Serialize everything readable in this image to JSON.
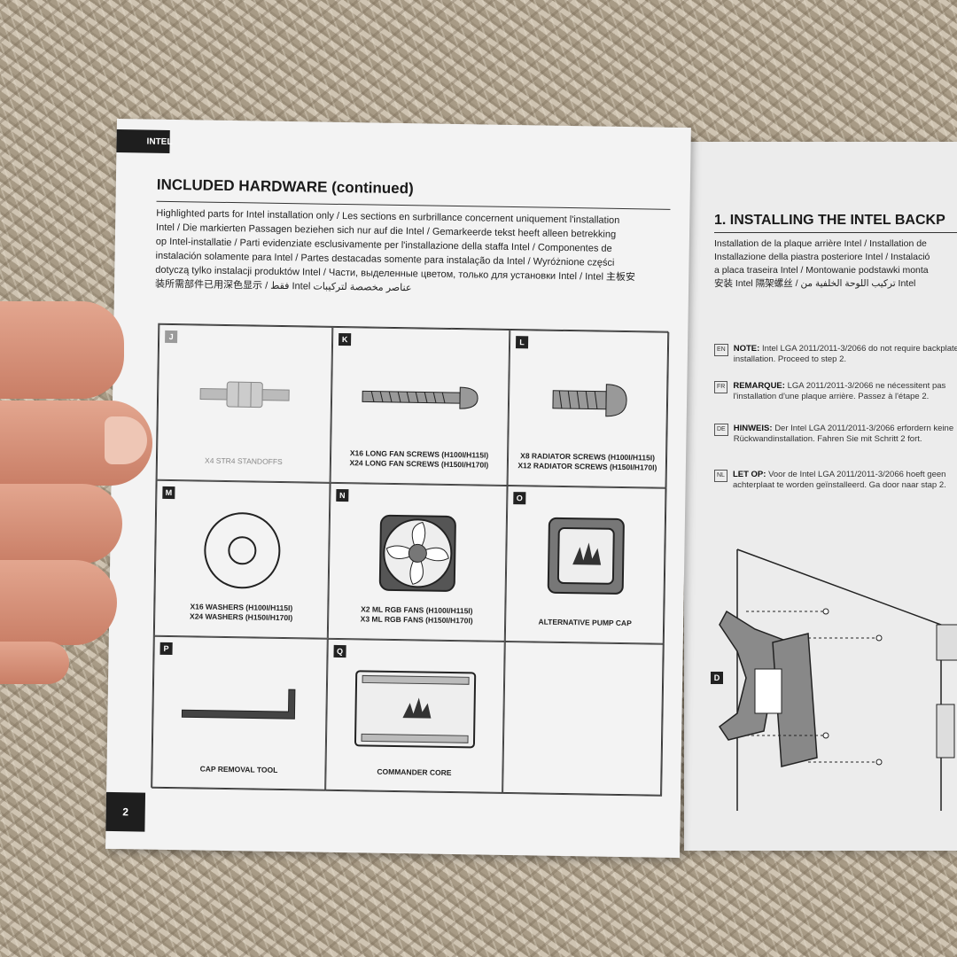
{
  "left_page": {
    "tab": "INTEL",
    "page_number": "2",
    "title": "INCLUDED HARDWARE (continued)",
    "intro_lines": [
      "Highlighted parts for Intel installation only / Les sections en surbrillance concernent uniquement l'installation",
      "Intel / Die markierten Passagen beziehen sich nur auf die Intel / Gemarkeerde tekst heeft alleen betrekking",
      "op Intel-installatie / Parti evidenziate esclusivamente per l'installazione della staffa Intel / Componentes de",
      "instalación solamente para Intel / Partes destacadas somente para instalação da Intel / Wyróżnione części",
      "dotyczą tylko instalacji produktów Intel / Части, выделенные цветом, только для установки Intel / Intel 主板安",
      "装所需部件已用深色显示 / فقط Intel عناصر مخصصة لتركيبات"
    ],
    "parts": [
      {
        "letter": "J",
        "caption": [
          "X4 STR4 STANDOFFS"
        ],
        "greyed": true,
        "icon": "standoff-icon"
      },
      {
        "letter": "K",
        "caption": [
          "X16 LONG FAN SCREWS (H100i/H115i)",
          "X24 LONG FAN SCREWS (H150i/H170i)"
        ],
        "greyed": false,
        "icon": "long-screw-icon"
      },
      {
        "letter": "L",
        "caption": [
          "X8 RADIATOR SCREWS (H100i/H115i)",
          "X12 RADIATOR SCREWS (H150i/H170i)"
        ],
        "greyed": false,
        "icon": "radiator-screw-icon"
      },
      {
        "letter": "M",
        "caption": [
          "X16 WASHERS (H100i/H115i)",
          "X24 WASHERS (H150i/H170i)"
        ],
        "greyed": false,
        "icon": "washer-icon"
      },
      {
        "letter": "N",
        "caption": [
          "X2 ML RGB FANS (H100i/H115i)",
          "X3 ML RGB FANS (H150i/H170i)"
        ],
        "greyed": false,
        "icon": "fan-icon"
      },
      {
        "letter": "O",
        "caption": [
          "ALTERNATIVE PUMP CAP"
        ],
        "greyed": false,
        "icon": "pump-cap-icon"
      },
      {
        "letter": "P",
        "caption": [
          "CAP REMOVAL TOOL"
        ],
        "greyed": false,
        "icon": "hex-key-icon"
      },
      {
        "letter": "Q",
        "caption": [
          "COMMANDER CORE"
        ],
        "greyed": false,
        "icon": "commander-core-icon"
      }
    ]
  },
  "right_page": {
    "title": "1. INSTALLING THE INTEL BACKP",
    "intro_lines": [
      "Installation de la plaque arrière Intel / Installation de",
      "Installazione della piastra posteriore Intel / Instalació",
      "a placa traseira Intel / Montowanie podstawki monta",
      "安装 Intel 隔架螺丝 / تركيب اللوحة الخلفية من Intel"
    ],
    "notes": [
      {
        "lang": "EN",
        "label": "NOTE:",
        "text": "Intel LGA 2011/2011-3/2066 do not require backplate installation. Proceed to step 2."
      },
      {
        "lang": "FR",
        "label": "REMARQUE:",
        "text": "LGA 2011/2011-3/2066 ne nécessitent pas l'installation d'une plaque arrière. Passez à l'étape 2."
      },
      {
        "lang": "DE",
        "label": "HINWEIS:",
        "text": "Der Intel LGA 2011/2011-3/2066 erfordern keine Rückwandinstallation. Fahren Sie mit Schritt 2 fort."
      },
      {
        "lang": "NL",
        "label": "LET OP:",
        "text": "Voor de Intel LGA 2011/2011-3/2066 hoeft geen achterplaat te worden geïnstalleerd. Ga door naar stap 2."
      }
    ],
    "diagram_letter": "D"
  }
}
